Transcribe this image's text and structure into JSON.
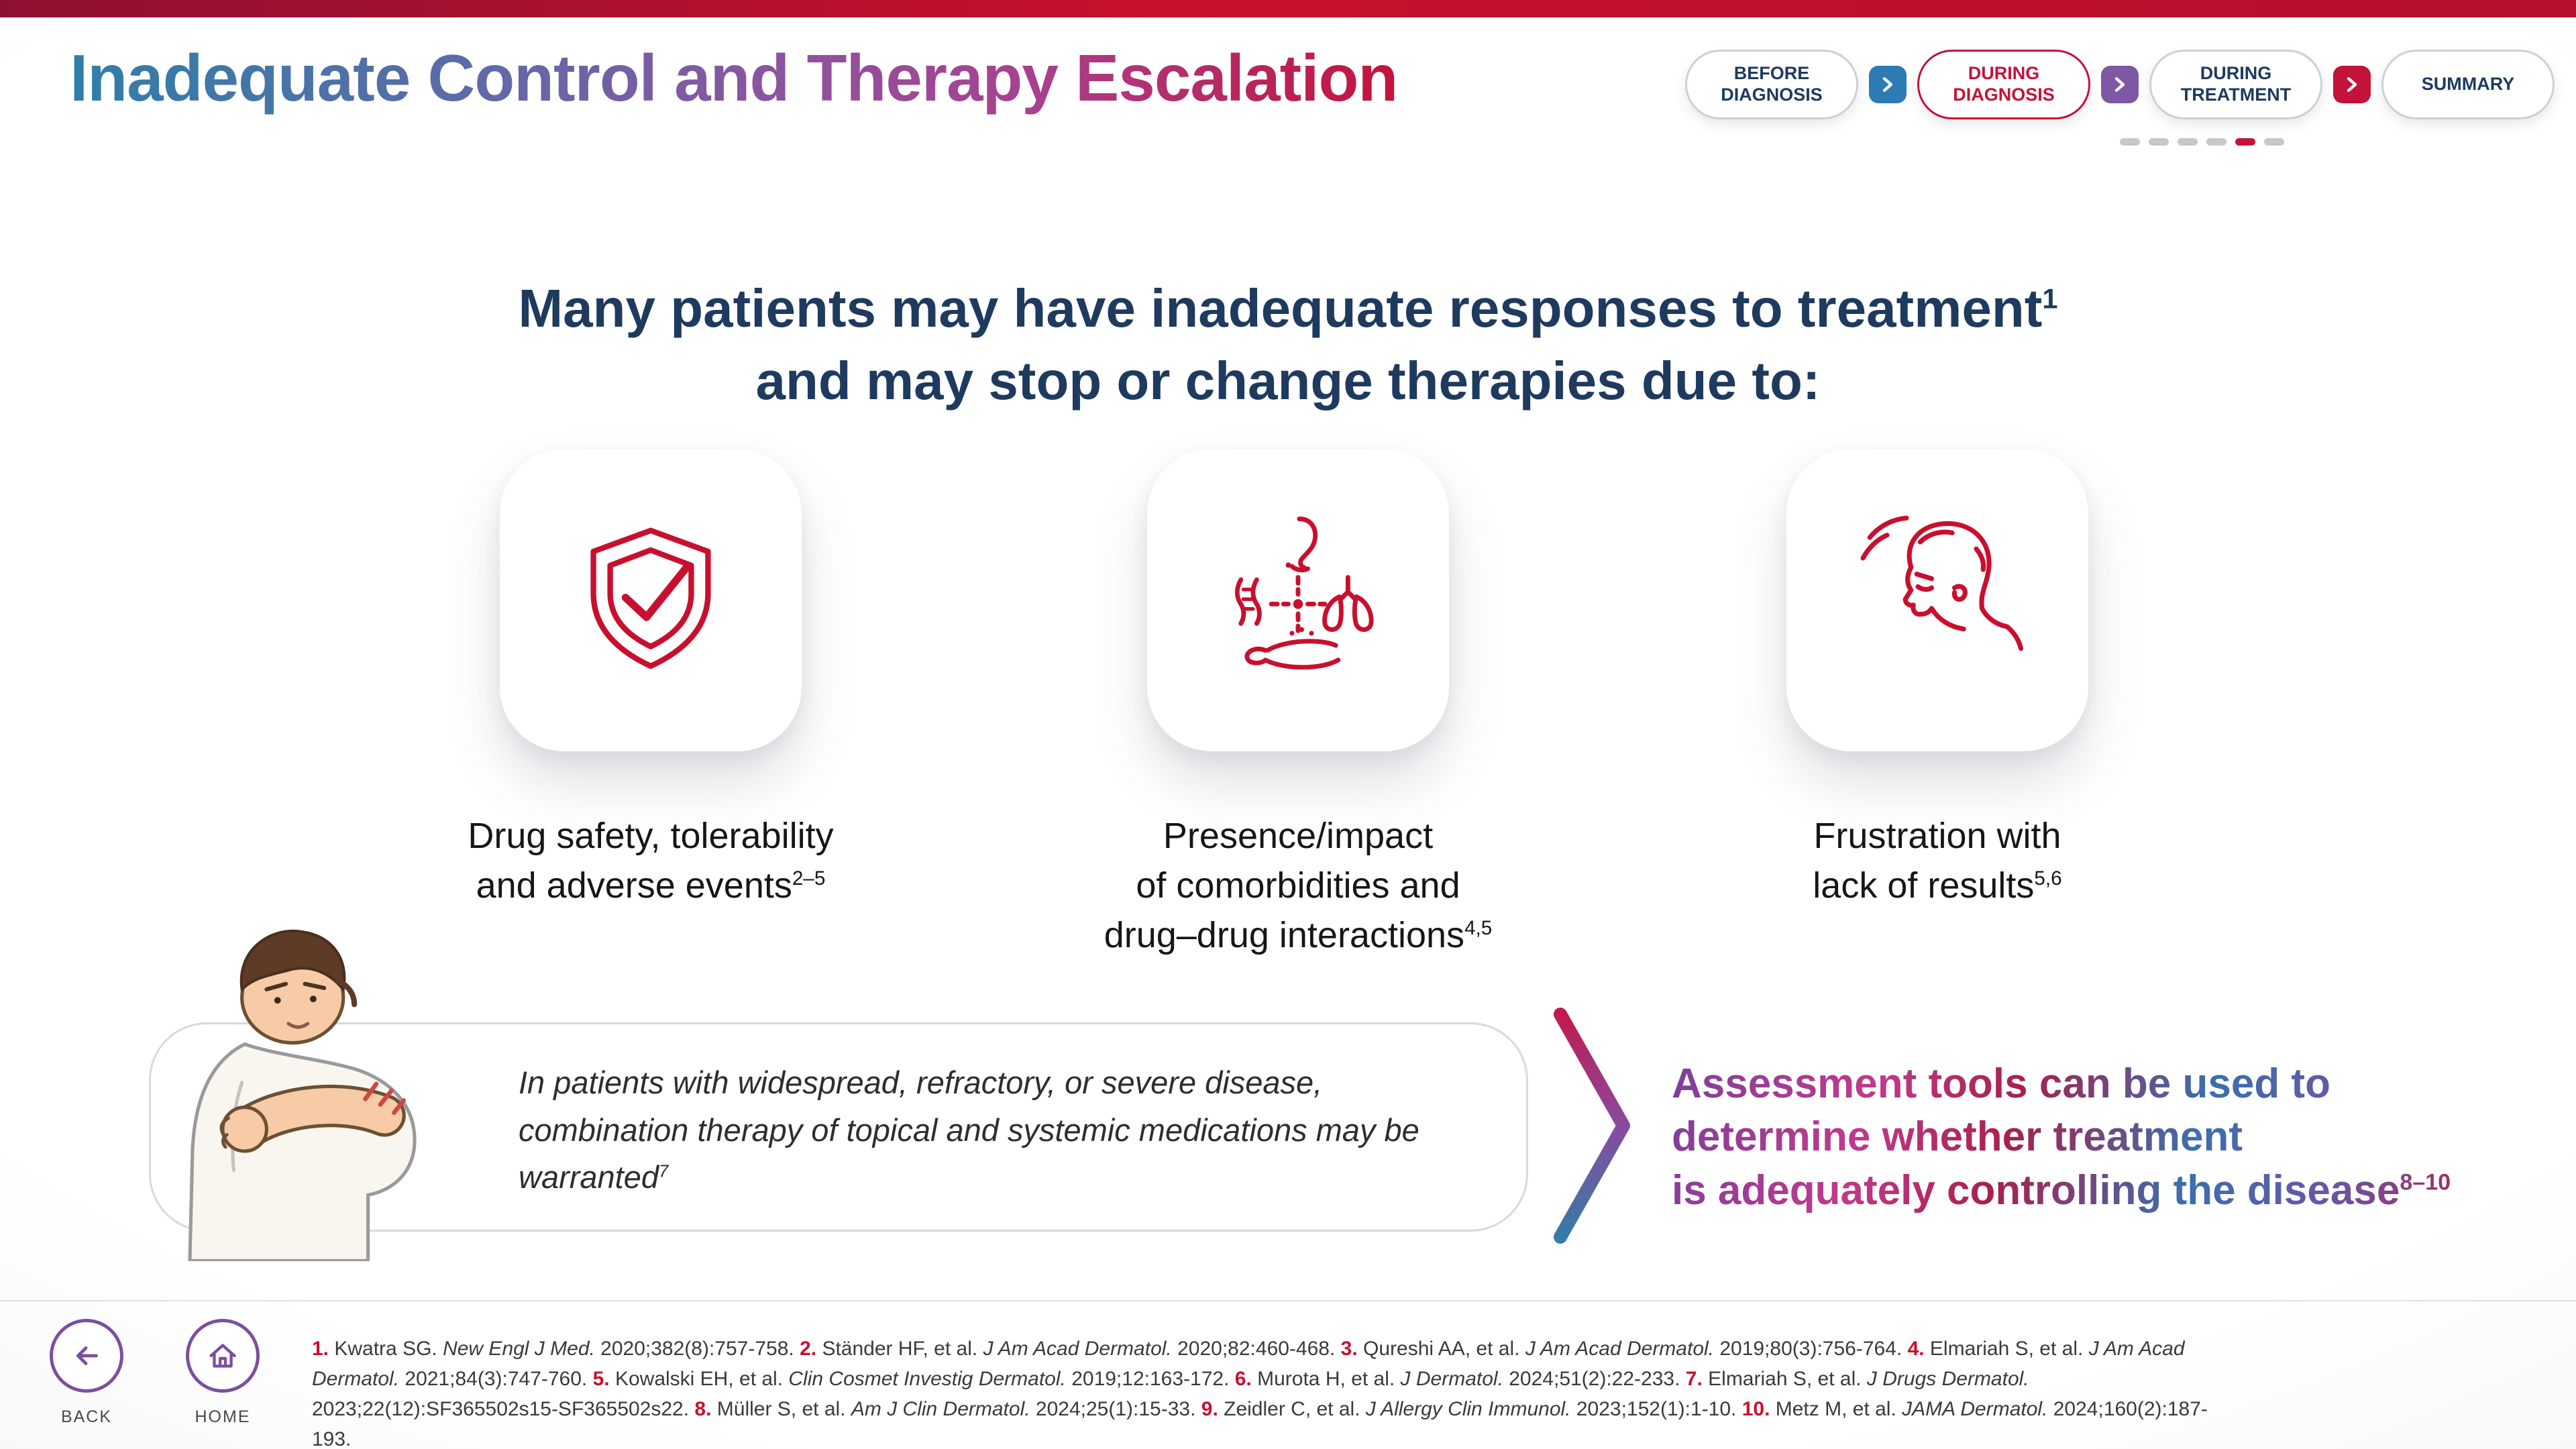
{
  "palette": {
    "brand_red": "#c41339",
    "crimson": "#c8102e",
    "navy": "#1e3a5f",
    "purple": "#7b4fa0",
    "step_blue": "#2d7bb5",
    "step_purple": "#7e57a5"
  },
  "header": {
    "title": "Inadequate Control and Therapy Escalation",
    "stepper": [
      {
        "label": "BEFORE DIAGNOSIS",
        "active": false
      },
      {
        "label": "DURING DIAGNOSIS",
        "active": false
      },
      {
        "label": "DURING TREATMENT",
        "active": true
      },
      {
        "label": "SUMMARY",
        "active": false
      }
    ],
    "progress_dots": {
      "total": 6,
      "active_index": 4
    }
  },
  "main": {
    "headline": {
      "line1": "Many patients may have inadequate responses to treatment",
      "line1_sup": "1",
      "line2": "and may stop or change therapies due to:"
    },
    "cards": [
      {
        "icon": "shield-check-icon",
        "lines": [
          "Drug safety, tolerability",
          "and adverse events"
        ],
        "sup": "2–5"
      },
      {
        "icon": "comorbidities-interactions-icon",
        "lines": [
          "Presence/impact",
          "of comorbidities and",
          "drug–drug interactions"
        ],
        "sup": "4,5"
      },
      {
        "icon": "frustrated-person-icon",
        "lines": [
          "Frustration with",
          "lack of results"
        ],
        "sup": "5,6"
      }
    ],
    "callout": {
      "illustration": "person-scratching-arm",
      "text": "In patients with widespread, refractory, or severe disease, combination therapy of topical and systemic medications may be warranted",
      "sup": "7"
    },
    "assessment": {
      "lines": [
        "Assessment tools can be used to",
        "determine whether treatment",
        "is adequately controlling the disease"
      ],
      "sup": "8–10"
    }
  },
  "footer": {
    "back_label": "BACK",
    "home_label": "HOME",
    "references": [
      {
        "num": "1.",
        "authors": "Kwatra SG.",
        "journal": "New Engl J Med.",
        "tail": "2020;382(8):757-758."
      },
      {
        "num": "2.",
        "authors": "Ständer HF, et al.",
        "journal": "J Am Acad Dermatol.",
        "tail": "2020;82:460-468."
      },
      {
        "num": "3.",
        "authors": "Qureshi AA, et al.",
        "journal": "J Am Acad Dermatol.",
        "tail": "2019;80(3):756-764."
      },
      {
        "num": "4.",
        "authors": "Elmariah S, et al.",
        "journal": "J Am Acad Dermatol.",
        "tail": "2021;84(3):747-760."
      },
      {
        "num": "5.",
        "authors": "Kowalski EH, et al.",
        "journal": "Clin Cosmet Investig Dermatol.",
        "tail": "2019;12:163-172."
      },
      {
        "num": "6.",
        "authors": "Murota H, et al.",
        "journal": "J Dermatol.",
        "tail": "2024;51(2):22-233."
      },
      {
        "num": "7.",
        "authors": "Elmariah S, et al.",
        "journal": "J Drugs Dermatol.",
        "tail": "2023;22(12):SF365502s15-SF365502s22."
      },
      {
        "num": "8.",
        "authors": "Müller S, et al.",
        "journal": "Am J Clin Dermatol.",
        "tail": "2024;25(1):15-33."
      },
      {
        "num": "9.",
        "authors": "Zeidler C, et al.",
        "journal": "J Allergy Clin Immunol.",
        "tail": "2023;152(1):1-10."
      },
      {
        "num": "10.",
        "authors": "Metz M, et al.",
        "journal": "JAMA Dermatol.",
        "tail": "2024;160(2):187-193."
      }
    ]
  }
}
